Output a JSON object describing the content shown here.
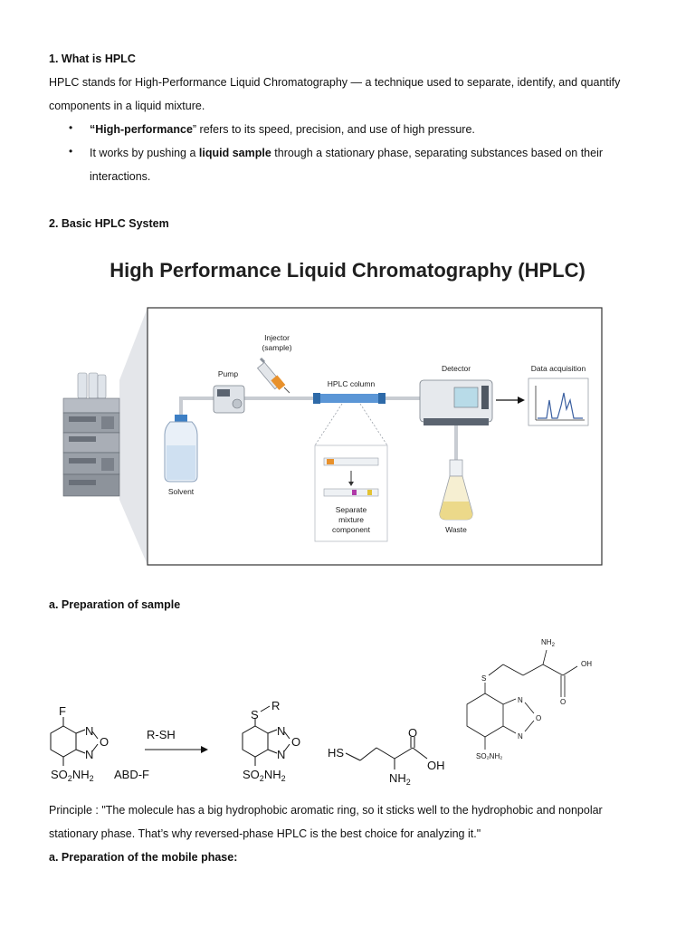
{
  "section1": {
    "heading": "1. What is HPLC",
    "para_line1": "HPLC stands for High-Performance Liquid Chromatography — a technique used to separate, identify, and quantify",
    "para_line2": "components in a liquid mixture.",
    "bullet1_bold": "“High-performance",
    "bullet1_rest": "” refers to its speed, precision, and use of high pressure.",
    "bullet2_pre": "It works by pushing a ",
    "bullet2_bold": "liquid sample",
    "bullet2_rest": " through a stationary phase, separating substances based on their",
    "bullet2_line2": "interactions."
  },
  "section2": {
    "heading": "2. Basic HPLC System"
  },
  "figure": {
    "title": "High Performance Liquid Chromatography (HPLC)",
    "labels": {
      "injector_1": "Injector",
      "injector_2": "(sample)",
      "pump": "Pump",
      "column": "HPLC column",
      "detector": "Detector",
      "data_acq": "Data acquisition",
      "solvent": "Solvent",
      "separate_1": "Separate",
      "separate_2": "mixture",
      "separate_3": "component",
      "waste": "Waste"
    }
  },
  "section_a1": {
    "heading": "a. Preparation of sample"
  },
  "chem": {
    "reagent": "R-SH",
    "abd_f": "ABD-F",
    "f": "F",
    "n": "N",
    "o": "O",
    "s": "S",
    "r": "R",
    "so2nh2_so": "SO",
    "so2nh2_sub": "2",
    "so2nh2_nh": "NH",
    "hs": "HS",
    "oh": "OH",
    "nh2": "NH",
    "sub2": "2",
    "small_nh2": "NH",
    "small_oh": "OH",
    "small_so2nh2": "SO₂NH₂"
  },
  "principle": {
    "line1": "Principle : \"The molecule has a big hydrophobic aromatic ring, so it sticks well to the hydrophobic and nonpolar",
    "line2": "stationary phase. That’s why reversed-phase HPLC is the best choice for analyzing it.\""
  },
  "section_a2": {
    "heading": "a. Preparation of the mobile phase:"
  },
  "colors": {
    "text": "#111111",
    "figure_border": "#333333",
    "tube": "#c8ccd2",
    "column_blue": "#3d7fc4",
    "injector_orange": "#e8912c",
    "chromatogram": "#3a5fa0"
  }
}
